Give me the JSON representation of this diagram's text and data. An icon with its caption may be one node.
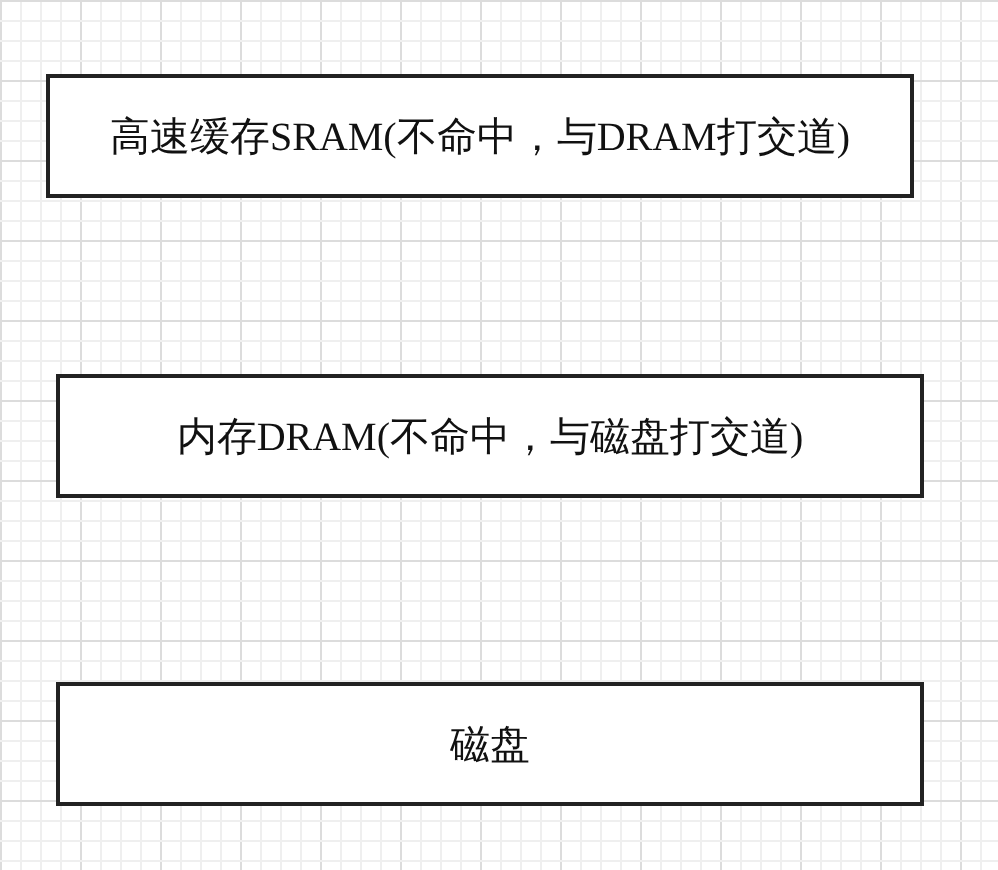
{
  "diagram": {
    "nodes": [
      {
        "text": [
          "高速缓存SRAM(不命中，与DRAM打交道)"
        ]
      },
      {
        "text": [
          "内存DRAM(不命中，与磁盘打交道)"
        ]
      },
      {
        "text": [
          "磁盘"
        ]
      }
    ]
  }
}
